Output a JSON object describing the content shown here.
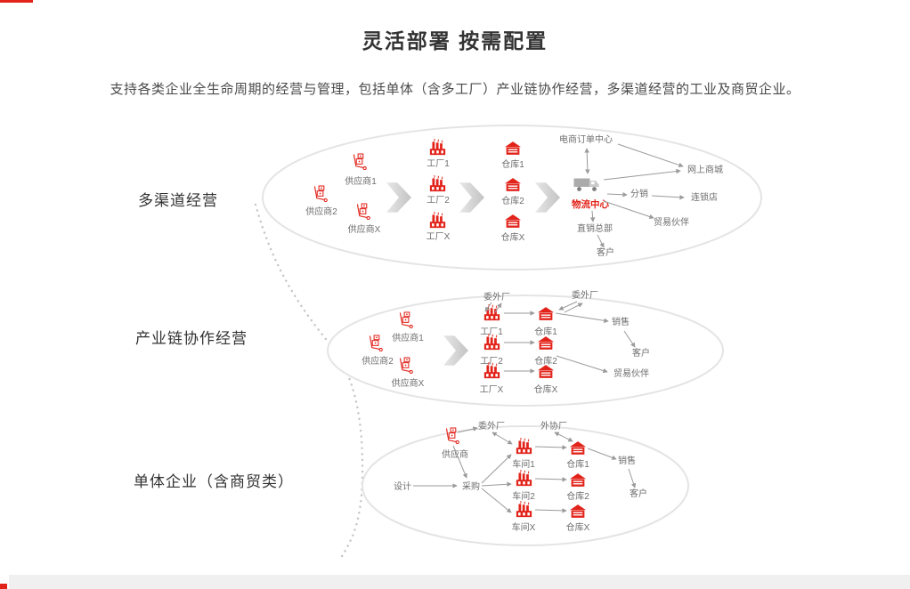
{
  "page": {
    "title": "灵活部署 按需配置",
    "subtitle": "支持各类企业全生命周期的经营与管理，包括单体（含多工厂）产业链协作经营，多渠道经营的工业及商贸企业。"
  },
  "colors": {
    "accent_red": "#e2231a",
    "arrow_gray": "#9a9a9a",
    "label_gray": "#6e6e6e"
  },
  "multi_channel": {
    "label": "多渠道经营",
    "supplier1": "供应商1",
    "supplier2": "供应商2",
    "supplierX": "供应商X",
    "factory1": "工厂1",
    "factory2": "工厂2",
    "factoryX": "工厂X",
    "warehouse1": "仓库1",
    "warehouse2": "仓库2",
    "warehouseX": "仓库X",
    "logistics": "物流中心",
    "ecom_center": "电商订单中心",
    "online_mall": "网上商城",
    "distribution": "分销",
    "chain_store": "连锁店",
    "trade_partner": "贸易伙伴",
    "direct_hq": "直销总部",
    "customer": "客户"
  },
  "industry_chain": {
    "label": "产业链协作经营",
    "outsource_left": "委外厂",
    "outsource_right": "委外厂",
    "supplier1": "供应商1",
    "supplier2": "供应商2",
    "supplierX": "供应商X",
    "factory1": "工厂1",
    "factory2": "工厂2",
    "factoryX": "工厂X",
    "warehouse1": "仓库1",
    "warehouse2": "仓库2",
    "warehouseX": "仓库X",
    "sales": "销售",
    "customer": "客户",
    "trade_partner": "贸易伙伴"
  },
  "single_enterprise": {
    "label": "单体企业（含商贸类）",
    "supplier": "供应商",
    "outsource": "委外厂",
    "external": "外协厂",
    "design": "设计",
    "purchase": "采购",
    "workshop1": "车间1",
    "workshop2": "车间2",
    "workshopX": "车间X",
    "warehouse1": "仓库1",
    "warehouse2": "仓库2",
    "warehouseX": "仓库X",
    "sales": "销售",
    "customer": "客户"
  }
}
